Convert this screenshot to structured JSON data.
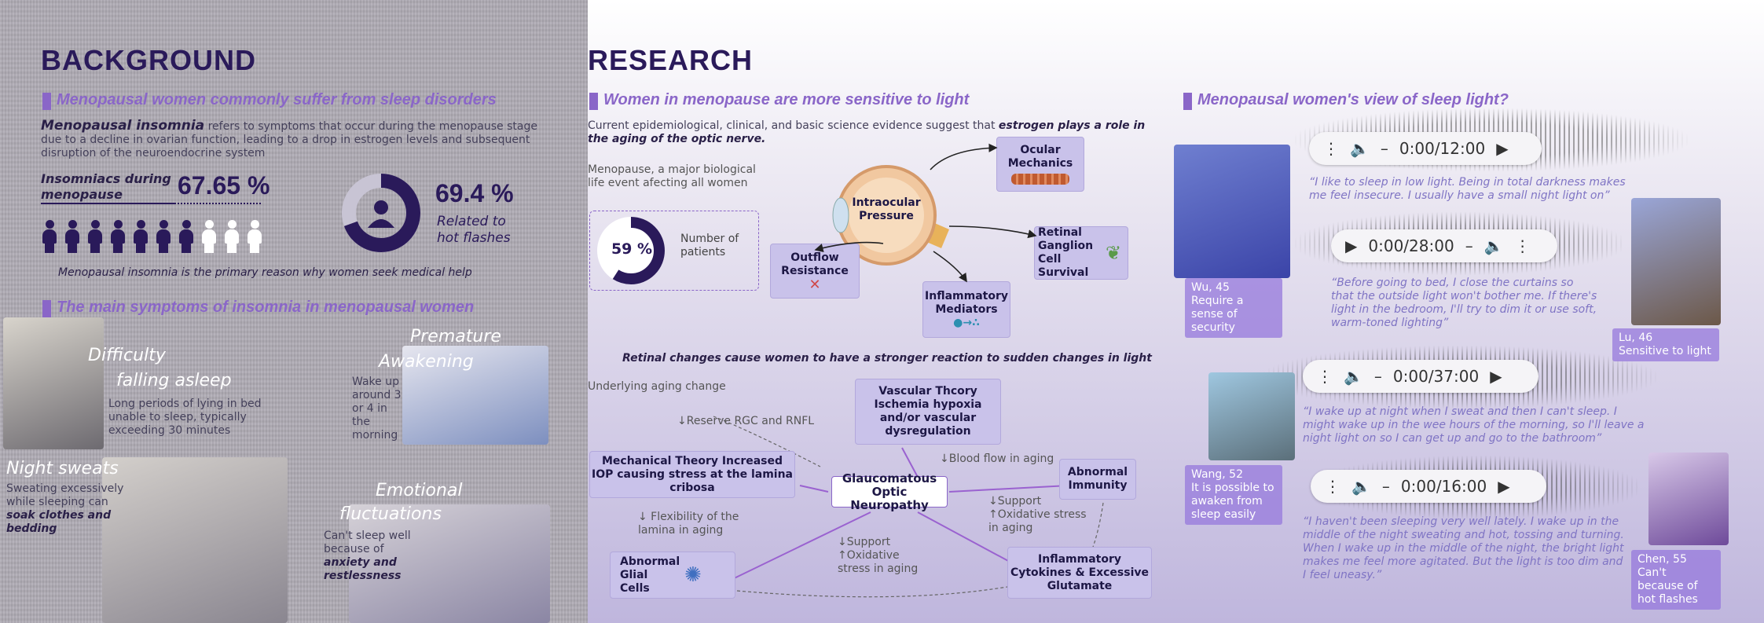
{
  "background": {
    "title": "BACKGROUND",
    "section1": "Menopausal women commonly suffer from sleep disorders",
    "insomnia_term": "Menopausal insomnia",
    "insomnia_desc": " refers to symptoms that occur during the menopause stage due to a decline in ovarian function, leading to a drop in estrogen levels and subsequent disruption of the neuroendocrine system",
    "stat1_label": "Insomniacs during menopause",
    "stat1_value": "67.65 %",
    "stat1_people_filled": 7,
    "stat1_people_total": 10,
    "stat2_value": "69.4 %",
    "stat2_label": "Related to hot flashes",
    "stat2_fraction": 0.694,
    "note": "Menopausal insomnia is the primary reason why women seek medical help",
    "section2": "The main symptoms of insomnia in menopausal women",
    "symptoms": [
      {
        "title1": "Difficulty",
        "title2": "falling asleep",
        "desc": "Long periods of lying in bed unable to sleep, typically exceeding 30 minutes"
      },
      {
        "title1": "Premature",
        "title2": "Awakening",
        "desc": "Wake up around 3 or 4 in the morning"
      },
      {
        "title1": "Night sweats",
        "desc": "Sweating excessively while sleeping can ",
        "desc_bold": "soak clothes and bedding"
      },
      {
        "title1": "Emotional",
        "title2": "fluctuations",
        "desc": "Can't sleep well because of ",
        "desc_bold": "anxiety and restlessness"
      }
    ]
  },
  "research": {
    "title": "RESEARCH",
    "section1": "Women in menopause are more sensitive to light",
    "evidence": "Current epidemiological, clinical, and basic science evidence suggest that ",
    "evidence_bold": "estrogen plays a role in the aging of the optic nerve.",
    "life_event": "Menopause, a major biological life event afecting all women",
    "donut_value": "59 %",
    "donut_fraction": 0.59,
    "donut_label": "Number of patients",
    "eye": {
      "center": "Intraocular Pressure",
      "ocular": "Ocular Mechanics",
      "outflow": "Outflow Resistance",
      "retinal": "Retinal Ganglion Cell Survival",
      "inflam": "Inflammatory Mediators"
    },
    "retina_title": "Retinal changes cause women to have a stronger reaction to sudden changes in light",
    "diagram": {
      "underlying": "Underlying aging change",
      "reserve": "↓Reserve RGC and RNFL",
      "vascular": "Vascular Thcory Ischemia hypoxia and/or vascular dysregulation",
      "mechanical": "Mechanical Theory Increased IOP causing stress at the lamina cribosa",
      "glaucoma": "Glaucomatous Optic Neuropathy",
      "bloodflow": "↓Blood flow in aging",
      "abnormal_imm": "Abnormal Immunity",
      "flex": "↓ Flexibility of the lamina in aging",
      "support1": "↓Support\n↑Oxidative stress\n  in aging",
      "glial": "Abnormal Glial Cells",
      "support2": "↓Support\n↑Oxidative\n  stress in aging",
      "cytokines": "Inflammatory Cytokines & Excessive Glutamate"
    },
    "section2": "Menopausal women's view of sleep light?",
    "players": [
      {
        "time": "0:00/12:00"
      },
      {
        "time": "0:00/28:00"
      },
      {
        "time": "0:00/37:00"
      },
      {
        "time": "0:00/16:00"
      }
    ],
    "quotes": [
      "“I like to sleep in low light. Being in total darkness makes me feel insecure. I usually have a small night light on”",
      "“Before going to bed, I close the curtains so that the outside light won't bother me. If there's light in the bedroom, I'll try to dim it or use soft, warm-toned lighting”",
      "“I wake up at night when I sweat and then I can't sleep. I might wake up in the wee hours of the morning, so I'll leave a night light on so I can get up and go to the bathroom”",
      "“I haven't been sleeping very well lately. I wake up in the middle of the night sweating and hot, tossing and turning. When I wake up in the middle of the night, the bright light makes me feel more agitated. But the light is too dim and I feel uneasy.”"
    ],
    "captions": [
      {
        "name": "Wu, 45",
        "desc": "Require a sense of security"
      },
      {
        "name": "Lu, 46",
        "desc": "Sensitive to light"
      },
      {
        "name": "Wang, 52",
        "desc": "It is possible to awaken from sleep easily"
      },
      {
        "name": "Chen, 55",
        "desc": "Can't because of hot flashes"
      }
    ]
  },
  "colors": {
    "accent": "#8a66c8",
    "navy": "#2a1a5a",
    "node": "#c9c2ea"
  }
}
